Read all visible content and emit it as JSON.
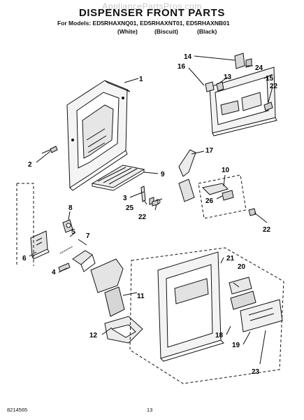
{
  "header": {
    "watermark": "AppliancePartsPros.com",
    "title": "DISPENSER FRONT PARTS",
    "models": "For Models: ED5RHAXNQ01, ED5RHAXNT01, ED5RHAXNB01",
    "colors": [
      "(White)",
      "(Biscuit)",
      "(Black)"
    ]
  },
  "callouts": {
    "c1": "1",
    "c2": "2",
    "c3": "3",
    "c4": "4",
    "c5": "5",
    "c6": "6",
    "c7": "7",
    "c8": "8",
    "c9": "9",
    "c10": "10",
    "c11": "11",
    "c12": "12",
    "c13": "13",
    "c14": "14",
    "c15": "15",
    "c16": "16",
    "c17": "17",
    "c18": "18",
    "c19": "19",
    "c20": "20",
    "c21": "21",
    "c22a": "22",
    "c22b": "22",
    "c22c": "22",
    "c23": "23",
    "c24": "24",
    "c25": "25",
    "c26": "26"
  },
  "footer": {
    "code": "8214565",
    "page": "13"
  }
}
